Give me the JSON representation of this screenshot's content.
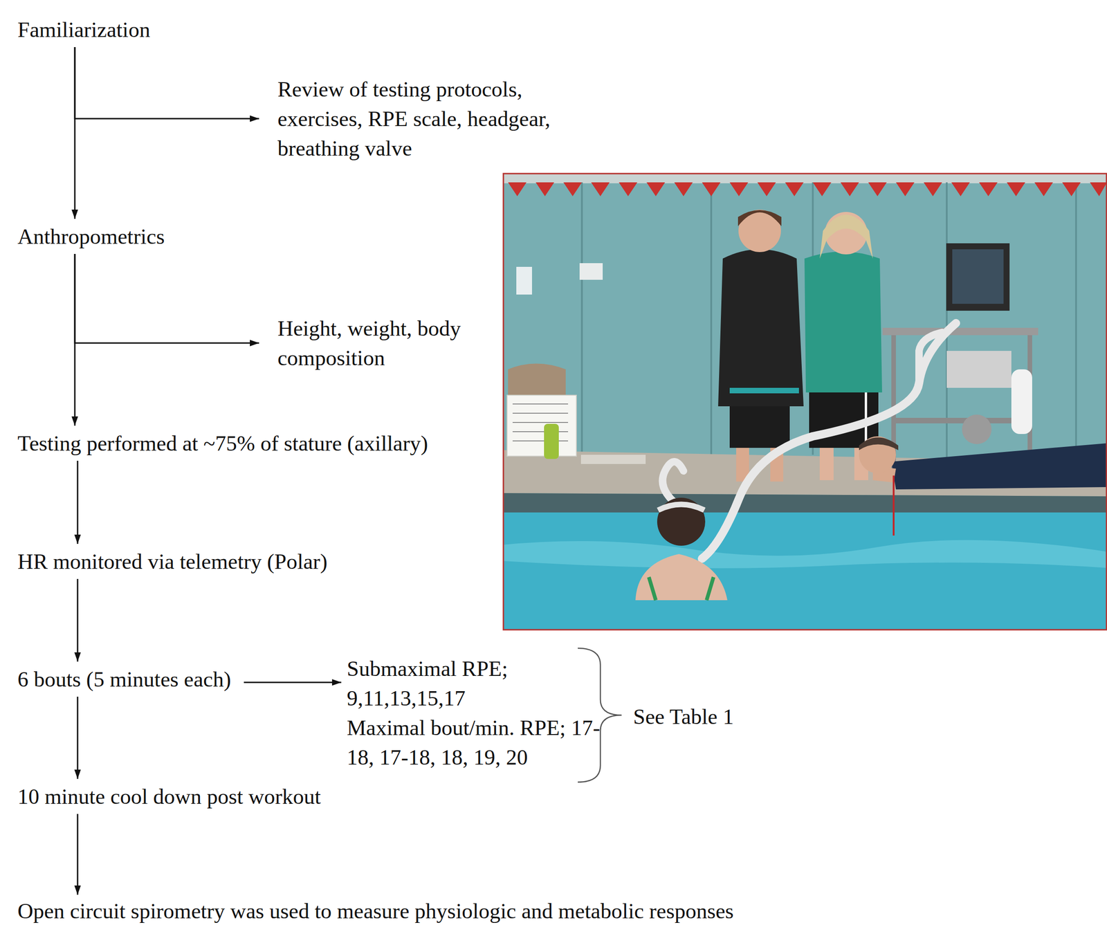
{
  "diagram": {
    "nodes": [
      {
        "text": [
          "Familiarization"
        ]
      },
      {
        "text": [
          "Review of testing protocols, exercises, RPE scale, headgear, breathing valve"
        ]
      },
      {
        "text": [
          "Anthropometrics"
        ]
      },
      {
        "text": [
          "Height, weight, body composition"
        ]
      },
      {
        "text": [
          "Testing performed at ~75% of stature (axillary)"
        ]
      },
      {
        "text": [
          "HR monitored via telemetry (Polar)"
        ]
      },
      {
        "text": [
          "6 bouts (5 minutes each)"
        ]
      },
      {
        "text": [
          "Submaximal RPE; 9,11,13,15,17",
          "Maximal bout/min. RPE; 17-18, 17-18, 18, 19, 20"
        ]
      },
      {
        "text": [
          "10 minute cool down post workout"
        ]
      },
      {
        "text": [
          "Open circuit spirometry was used to measure physiologic and metabolic responses"
        ]
      }
    ],
    "edges": [
      {
        "from": 0,
        "to": 1,
        "arrow": "to"
      },
      {
        "from": 0,
        "to": 2,
        "arrow": "to"
      },
      {
        "from": 2,
        "to": 3,
        "arrow": "to"
      },
      {
        "from": 2,
        "to": 4,
        "arrow": "to"
      },
      {
        "from": 4,
        "to": 5,
        "arrow": "to"
      },
      {
        "from": 5,
        "to": 6,
        "arrow": "to"
      },
      {
        "from": 6,
        "to": 7,
        "arrow": "to"
      },
      {
        "from": 6,
        "to": 8,
        "arrow": "to"
      },
      {
        "from": 8,
        "to": 9,
        "arrow": "to"
      }
    ],
    "labels": [
      "See Table 1"
    ]
  }
}
